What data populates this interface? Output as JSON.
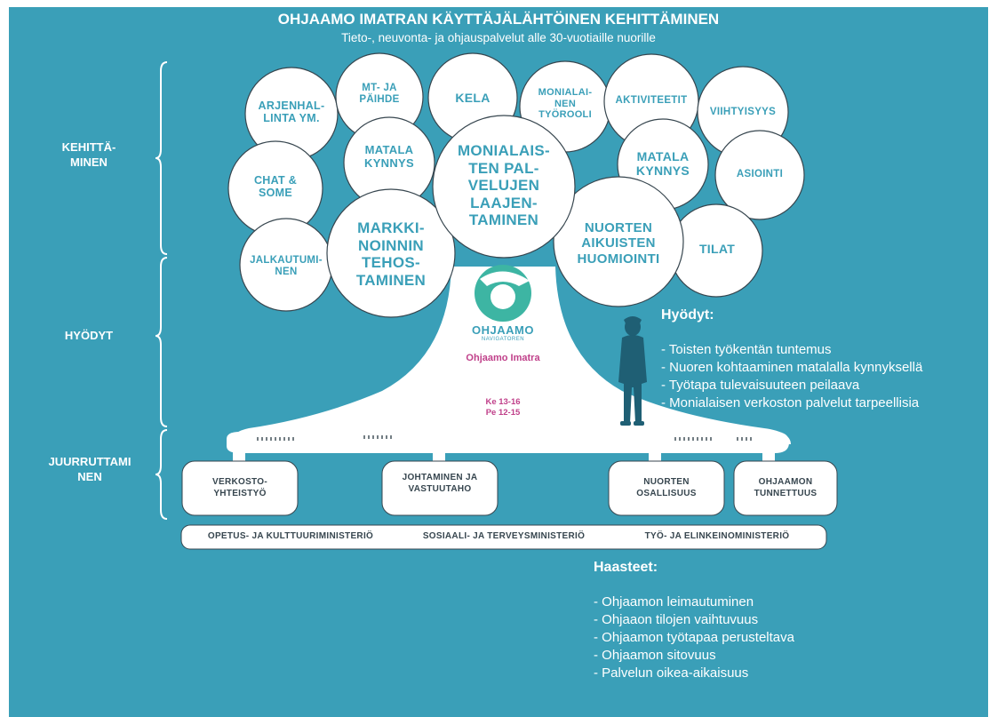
{
  "header": {
    "title": "OHJAAMO IMATRAN KÄYTTÄJÄLÄHTÖINEN KEHITTÄMINEN",
    "subtitle": "Tieto-, neuvonta- ja ohjauspalvelut alle 30-vuotiaille nuorille"
  },
  "sections": {
    "kehittaminen": "KEHITTÄ-\nMINEN",
    "hyodyt": "HYÖDYT",
    "juurruttaminen": "JUURRUTTAMI\nNEN"
  },
  "leaves": {
    "arjenhallinta": "ARJENHAL-\nLINTA YM.",
    "mtjapaihde": "MT- JA\nPÄIHDE",
    "kela": "KELA",
    "monialainen_tyorooli": "MONIALAI-\nNEN\nTYÖROOLI",
    "aktiviteetit": "AKTIVITEETIT",
    "viihtyisyys": "VIIHTYISYYS",
    "matala_kynnys_left": "MATALA\nKYNNYS",
    "chat_some": "CHAT &\nSOME",
    "monialaisten_palvelujen": "MONIALAIS-\nTEN PAL-\nVELUJEN\nLAAJEN-\nTAMINEN",
    "matala_kynnys_right": "MATALA\nKYNNYS",
    "asiointi": "ASIOINTI",
    "jalkautuminen": "JALKAUTUMI-\nNEN",
    "markkinoinnin": "MARKKI-\nNOINNIN\nTEHOS-\nTAMINEN",
    "nuorten_aikuisten": "NUORTEN\nAIKUISTEN\nHUOMIOINTI",
    "tilat": "TILAT"
  },
  "trunk": {
    "logo_text": "OHJAAMO",
    "logo_subtext": "NAVIGATOREN",
    "location": "Ohjaamo Imatra",
    "hours": "Ke 13-16\nPe 12-15"
  },
  "roots": {
    "verkostoyhteistyo": "VERKOSTO-\nYHTEISTYÖ",
    "johtaminen": "JOHTAMINEN JA\nVASTUUTAHO",
    "nuorten_osallisuus": "NUORTEN\nOSALLISUUS",
    "ohjaamon_tunnettuus": "OHJAAMON\nTUNNETTUUS"
  },
  "ministries": [
    "OPETUS- JA KULTTUURIMINISTERIÖ",
    "SOSIAALI- JA TERVEYSMINISTERIÖ",
    "TYÖ- JA ELINKEINOMINISTERIÖ"
  ],
  "benefits": {
    "heading": "Hyödyt:",
    "items": [
      "- Toisten työkentän tuntemus",
      "- Nuoren kohtaaminen matalalla kynnyksellä",
      "- Työtapa tulevaisuuteen peilaava",
      "- Monialaisen verkoston palvelut tarpeellisia"
    ]
  },
  "challenges": {
    "heading": "Haasteet:",
    "items": [
      "- Ohjaamon leimautuminen",
      "- Ohjaaon tilojen vaihtuvuus",
      "- Ohjaamon työtapaa perusteltava",
      "- Ohjaamon sitovuus",
      "- Palvelun oikea-aikaisuus"
    ]
  },
  "colors": {
    "background": "#3a9fb8",
    "tree": "#ffffff",
    "leaf_text": "#3a9fb8",
    "root_text": "#37464f",
    "accent_pink": "#c0408a",
    "figure": "#1f5f74"
  }
}
